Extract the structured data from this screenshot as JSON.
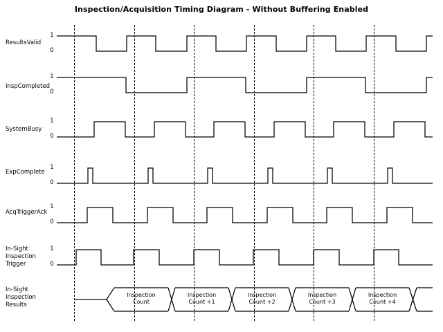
{
  "title": "Inspection/Acquisition Timing Diagram - Without Buffering Enabled",
  "levels": {
    "high": "1",
    "low": "0"
  },
  "signals": [
    {
      "name": "ResultsValid",
      "label": "ResultsValid",
      "row": 0,
      "type": "digital"
    },
    {
      "name": "InspCompleted",
      "label": "InspCompleted",
      "row": 1,
      "type": "digital"
    },
    {
      "name": "SystemBusy",
      "label": "SystemBusy",
      "row": 2,
      "type": "digital"
    },
    {
      "name": "ExpComplete",
      "label": "ExpComplete",
      "row": 3,
      "type": "digital"
    },
    {
      "name": "AcqTriggerAck",
      "label": "AcqTriggerAck",
      "row": 4,
      "type": "digital"
    },
    {
      "name": "InSightInspectionTrigger",
      "label": "In-Sight\nInspection\nTrigger",
      "row": 5,
      "type": "digital"
    },
    {
      "name": "InSightInspectionResults",
      "label": "In-Sight\nInspection\nResults",
      "row": 6,
      "type": "bus"
    }
  ],
  "bus_values": [
    "Inspection\nCount",
    "Inspection\nCount +1",
    "Inspection\nCount +2",
    "Inspection\nCount +3",
    "Inspection\nCount +4"
  ],
  "time_markers": [
    107,
    193.5,
    280,
    366.5,
    453,
    539.5
  ],
  "colors": {
    "stroke": "#000000",
    "background": "#ffffff"
  },
  "chart_data": {
    "type": "line",
    "title": "Inspection/Acquisition Timing Diagram - Without Buffering Enabled",
    "xlabel": "",
    "ylabel": "",
    "grid": false,
    "legend": "none",
    "x_domain": [
      82,
      625
    ],
    "axis_levels": [
      "0",
      "1"
    ],
    "marker_x": [
      107,
      193.5,
      280,
      366.5,
      453,
      539.5
    ],
    "series": [
      {
        "name": "ResultsValid",
        "ylabel_high": "1",
        "ylabel_low": "0",
        "start_level": 1,
        "transitions": [
          {
            "x": 82,
            "level": 1
          },
          {
            "x": 139,
            "level": 0
          },
          {
            "x": 183,
            "level": 1
          },
          {
            "x": 225,
            "level": 0
          },
          {
            "x": 270,
            "level": 1
          },
          {
            "x": 312,
            "level": 0
          },
          {
            "x": 356,
            "level": 1
          },
          {
            "x": 399,
            "level": 0
          },
          {
            "x": 443,
            "level": 1
          },
          {
            "x": 485,
            "level": 0
          },
          {
            "x": 529,
            "level": 1
          },
          {
            "x": 572,
            "level": 0
          },
          {
            "x": 616,
            "level": 1
          },
          {
            "x": 625,
            "level": 1
          }
        ]
      },
      {
        "name": "InspCompleted",
        "ylabel_high": "1",
        "ylabel_low": "0",
        "start_level": 1,
        "transitions": [
          {
            "x": 82,
            "level": 1
          },
          {
            "x": 182,
            "level": 0
          },
          {
            "x": 270,
            "level": 1
          },
          {
            "x": 355,
            "level": 0
          },
          {
            "x": 443,
            "level": 1
          },
          {
            "x": 528,
            "level": 0
          },
          {
            "x": 616,
            "level": 1
          },
          {
            "x": 625,
            "level": 1
          }
        ]
      },
      {
        "name": "SystemBusy",
        "ylabel_high": "1",
        "ylabel_low": "0",
        "start_level": 0,
        "transitions": [
          {
            "x": 82,
            "level": 0
          },
          {
            "x": 136,
            "level": 1
          },
          {
            "x": 181,
            "level": 0
          },
          {
            "x": 223,
            "level": 1
          },
          {
            "x": 268,
            "level": 0
          },
          {
            "x": 309,
            "level": 1
          },
          {
            "x": 354,
            "level": 0
          },
          {
            "x": 396,
            "level": 1
          },
          {
            "x": 441,
            "level": 0
          },
          {
            "x": 482,
            "level": 1
          },
          {
            "x": 527,
            "level": 0
          },
          {
            "x": 569,
            "level": 1
          },
          {
            "x": 614,
            "level": 0
          },
          {
            "x": 625,
            "level": 0
          }
        ]
      },
      {
        "name": "ExpComplete",
        "ylabel_high": "1",
        "ylabel_low": "0",
        "start_level": 0,
        "transitions": [
          {
            "x": 82,
            "level": 0
          },
          {
            "x": 127,
            "level": 1
          },
          {
            "x": 134,
            "level": 0
          },
          {
            "x": 214,
            "level": 1
          },
          {
            "x": 221,
            "level": 0
          },
          {
            "x": 300,
            "level": 1
          },
          {
            "x": 307,
            "level": 0
          },
          {
            "x": 387,
            "level": 1
          },
          {
            "x": 394,
            "level": 0
          },
          {
            "x": 473,
            "level": 1
          },
          {
            "x": 480,
            "level": 0
          },
          {
            "x": 560,
            "level": 1
          },
          {
            "x": 567,
            "level": 0
          },
          {
            "x": 625,
            "level": 0
          }
        ]
      },
      {
        "name": "AcqTriggerAck",
        "ylabel_high": "1",
        "ylabel_low": "0",
        "start_level": 0,
        "transitions": [
          {
            "x": 82,
            "level": 0
          },
          {
            "x": 126,
            "level": 1
          },
          {
            "x": 163,
            "level": 0
          },
          {
            "x": 213,
            "level": 1
          },
          {
            "x": 250,
            "level": 0
          },
          {
            "x": 299,
            "level": 1
          },
          {
            "x": 336,
            "level": 0
          },
          {
            "x": 386,
            "level": 1
          },
          {
            "x": 423,
            "level": 0
          },
          {
            "x": 472,
            "level": 1
          },
          {
            "x": 509,
            "level": 0
          },
          {
            "x": 559,
            "level": 1
          },
          {
            "x": 596,
            "level": 0
          },
          {
            "x": 625,
            "level": 0
          }
        ]
      },
      {
        "name": "InSightInspectionTrigger",
        "ylabel_high": "1",
        "ylabel_low": "0",
        "start_level": 0,
        "transitions": [
          {
            "x": 82,
            "level": 0
          },
          {
            "x": 110,
            "level": 1
          },
          {
            "x": 146,
            "level": 0
          },
          {
            "x": 193,
            "level": 1
          },
          {
            "x": 230,
            "level": 0
          },
          {
            "x": 280,
            "level": 1
          },
          {
            "x": 317,
            "level": 0
          },
          {
            "x": 366,
            "level": 1
          },
          {
            "x": 403,
            "level": 0
          },
          {
            "x": 453,
            "level": 1
          },
          {
            "x": 490,
            "level": 0
          },
          {
            "x": 540,
            "level": 1
          },
          {
            "x": 576,
            "level": 0
          },
          {
            "x": 625,
            "level": 0
          }
        ]
      },
      {
        "name": "InSightInspectionResults",
        "type": "bus",
        "lead_start": 108,
        "cells": [
          {
            "value": "Inspection\nCount",
            "x1": 165,
            "x2": 243
          },
          {
            "value": "Inspection\nCount +1",
            "x1": 253,
            "x2": 330
          },
          {
            "value": "Inspection\nCount +2",
            "x1": 340,
            "x2": 417
          },
          {
            "value": "Inspection\nCount +3",
            "x1": 427,
            "x2": 504
          },
          {
            "value": "Inspection\nCount +4",
            "x1": 514,
            "x2": 591
          }
        ],
        "tail_end": 625
      }
    ]
  }
}
